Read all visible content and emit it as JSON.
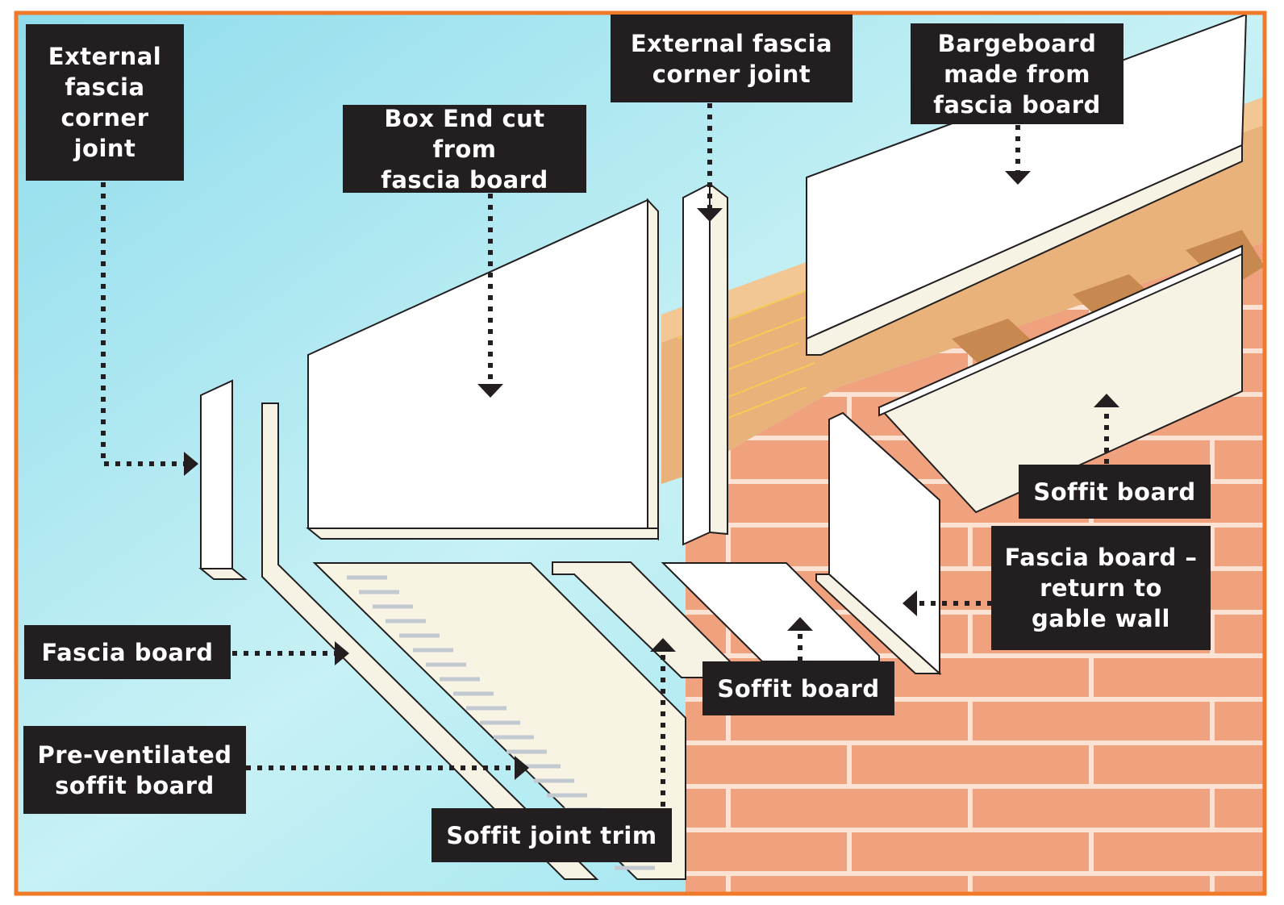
{
  "colors": {
    "frame": "#f07a2a",
    "sky": "#9fe3ef",
    "brick": "#f0a27e",
    "mortar": "#fbe2d2",
    "timber": "#e8b27a",
    "board": "#ffffff",
    "board_edge": "#f6f3e4",
    "vent_slot": "#c9cfd6",
    "label_bg": "#231f20",
    "label_text": "#ffffff"
  },
  "labels": {
    "external_corner_left": "External\nfascia\ncorner\njoint",
    "box_end": "Box End cut from\nfascia board",
    "external_corner_top": "External fascia\ncorner joint",
    "bargeboard": "Bargeboard\nmade from\nfascia board",
    "soffit_board_right": "Soffit board",
    "fascia_return": "Fascia board –\nreturn to\ngable wall",
    "fascia_board": "Fascia board",
    "soffit_board_center": "Soffit board",
    "pre_ventilated": "Pre-ventilated\nsoffit board",
    "soffit_joint_trim": "Soffit joint trim"
  }
}
